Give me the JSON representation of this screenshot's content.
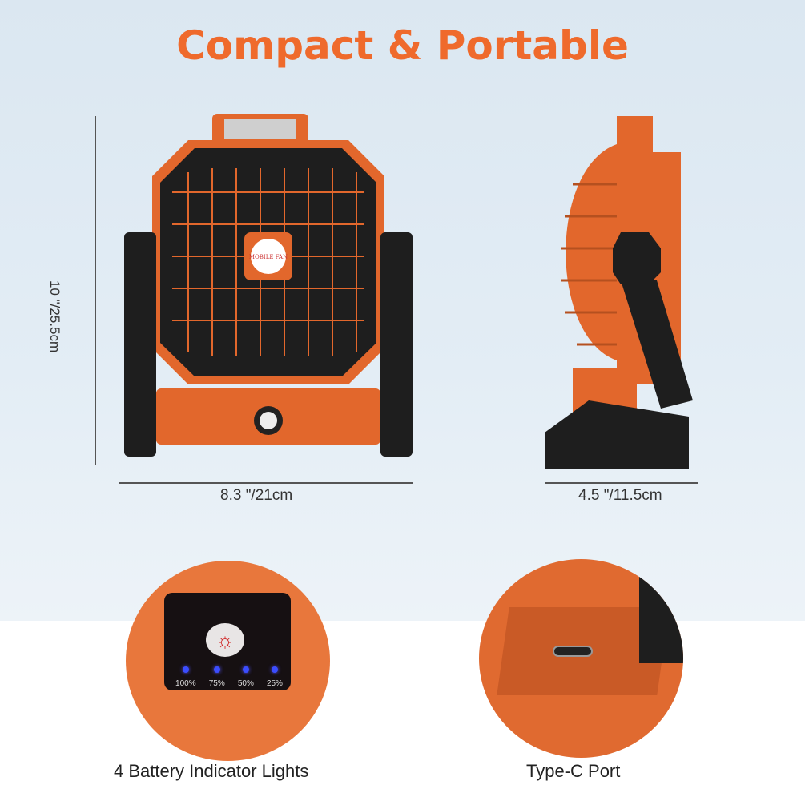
{
  "title": "Compact & Portable",
  "dimensions": {
    "height": "10 \"/25.5cm",
    "width": "8.3 \"/21cm",
    "depth": "4.5 \"/11.5cm"
  },
  "fan_logo": "MOBILE FAN",
  "battery": {
    "levels": [
      "100%",
      "75%",
      "50%",
      "25%"
    ],
    "led_color": "#3b4dff"
  },
  "captions": {
    "left": "4 Battery Indicator Lights",
    "right": "Type-C Port"
  },
  "colors": {
    "accent": "#ef6a2c",
    "product": "#e2672c",
    "body": "#1e1e1e"
  }
}
